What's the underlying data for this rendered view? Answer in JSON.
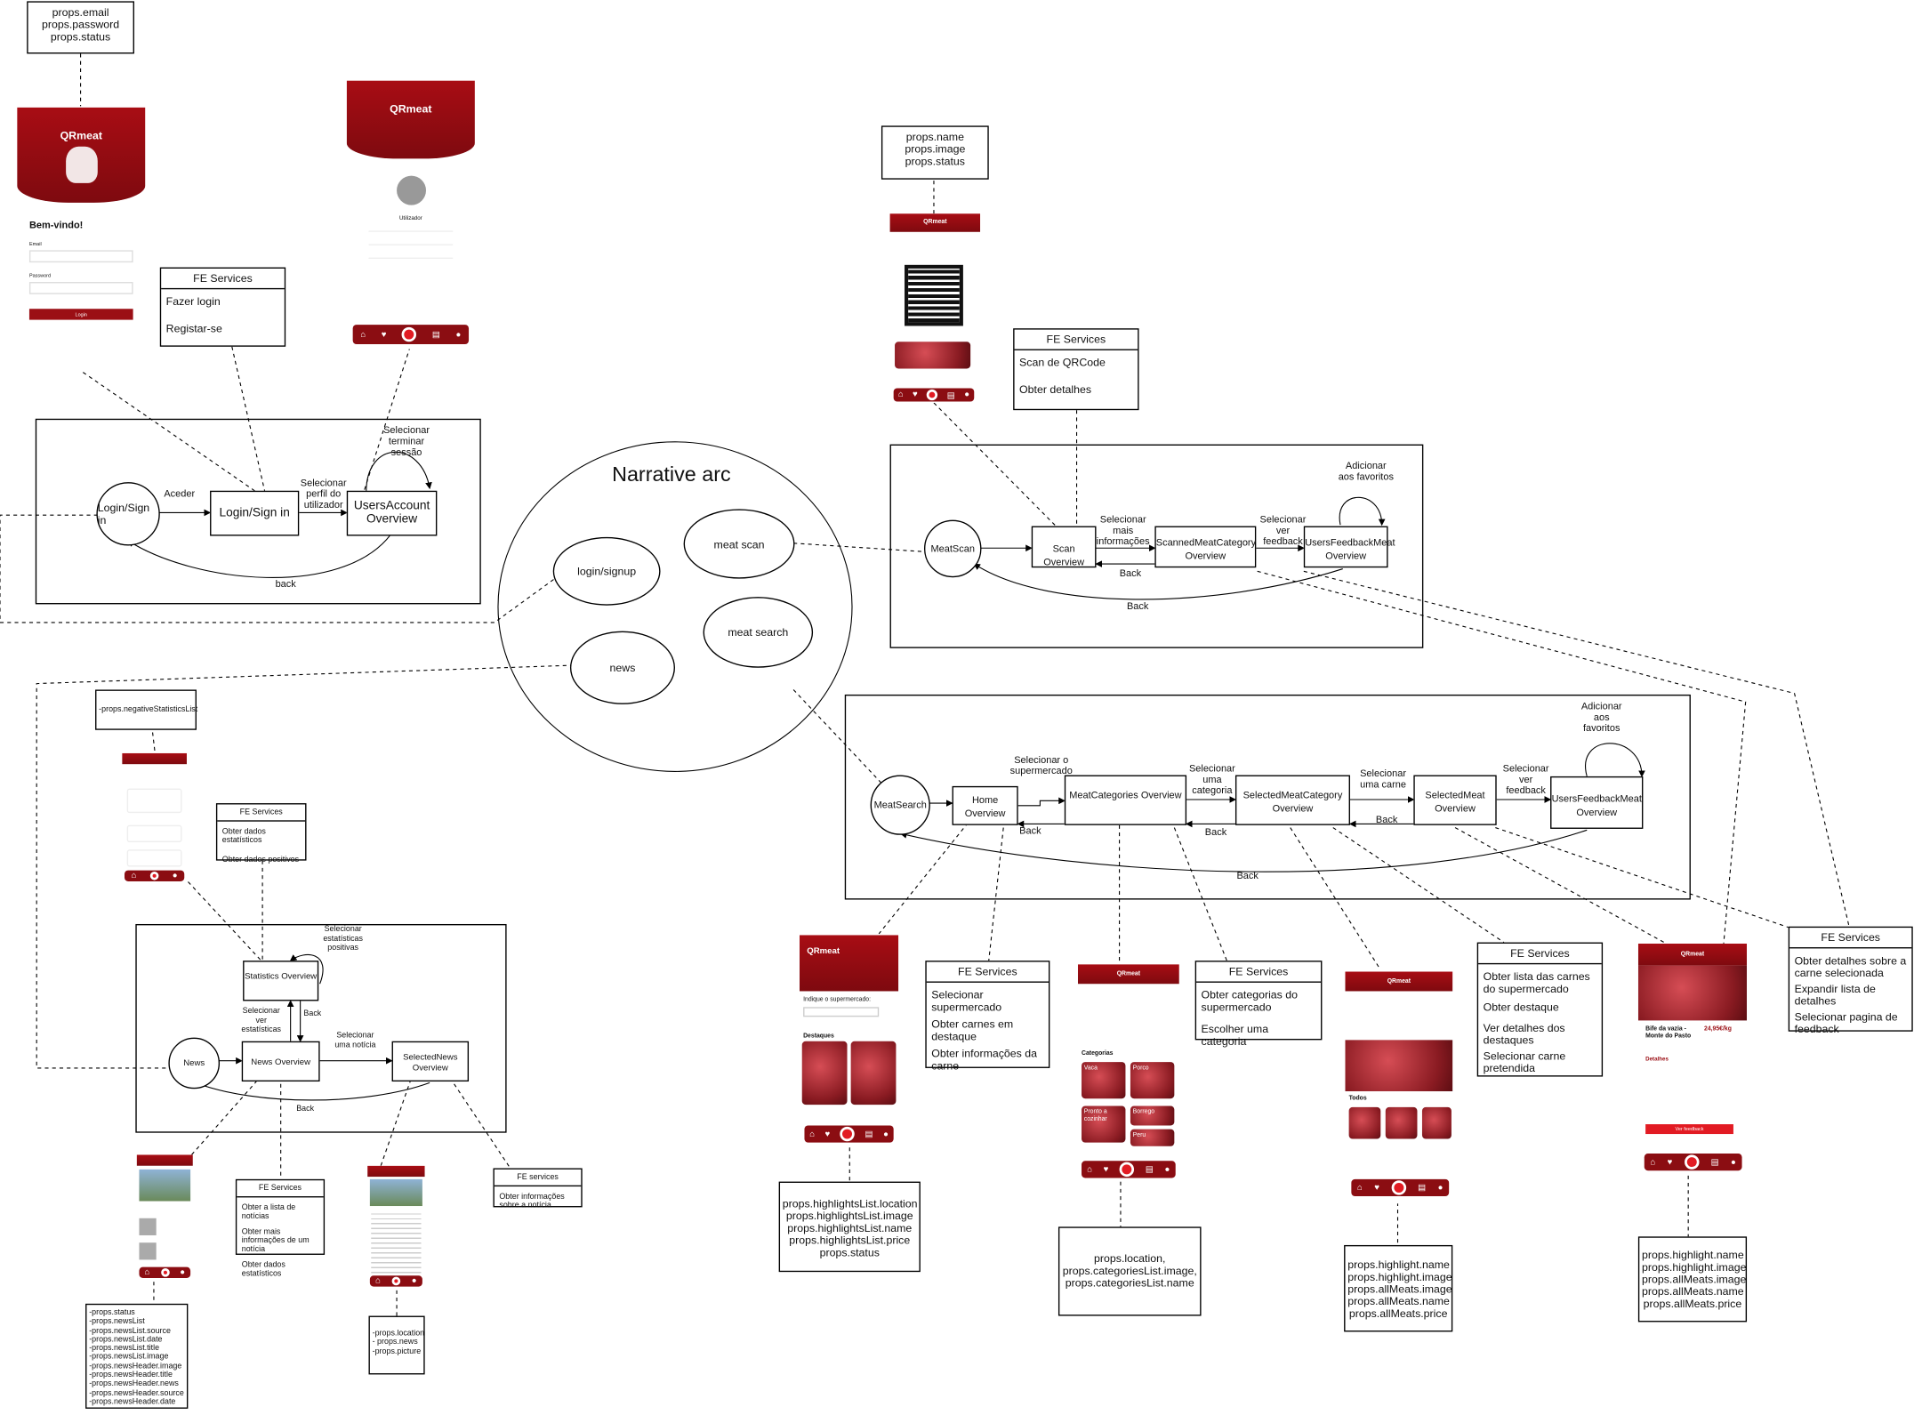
{
  "title": "Narrative arc",
  "narrative_nodes": {
    "login": "login/signup",
    "meat_scan": "meat scan",
    "meat_search": "meat search",
    "news": "news"
  },
  "props_boxes": {
    "login": [
      "props.email",
      "props.password",
      "props.status"
    ],
    "scan": [
      "props.name",
      "props.image",
      "props.status"
    ],
    "stats": [
      "-props.negativeStatisticsList"
    ],
    "home": [
      "props.highlightsList.location",
      "props.highlightsList.image",
      "props.highlightsList.name",
      "props.highlightsList.price",
      "props.status"
    ],
    "categories": [
      "props.location,",
      "props.categoriesList.image,",
      "props.categoriesList.name"
    ],
    "selectedCat": [
      "props.highlight.name",
      "props.highlight.image",
      "props.allMeats.image",
      "props.allMeats.name",
      "props.allMeats.price"
    ],
    "selectedMeat": [
      "props.highlight.name",
      "props.highlight.image",
      "props.allMeats.image",
      "props.allMeats.name",
      "props.allMeats.price"
    ],
    "news": [
      "-props.status",
      "-props.newsList",
      "-props.newsList.source",
      "-props.newsList.date",
      "-props.newsList.title",
      "-props.newsList.image",
      "-props.newsHeader.image",
      "-props.newsHeader.title",
      "-props.newsHeader.news",
      "-props.newsHeader.source",
      "-props.newsHeader.date"
    ],
    "selectedNews": [
      "-props.location",
      "- props.news",
      "-props.picture"
    ]
  },
  "fe_services": {
    "login": {
      "title": "FE Services",
      "items": [
        "Fazer login",
        "Registar-se"
      ]
    },
    "scan": {
      "title": "FE Services",
      "items": [
        "Scan de QRCode",
        "Obter detalhes"
      ]
    },
    "stats": {
      "title": "FE Services",
      "items": [
        "Obter dados estatísticos",
        "Obter dados positivos"
      ]
    },
    "news": {
      "title": "FE Services",
      "items": [
        "Obter a lista de notícias",
        "Obter mais informações de um notícia",
        "Obter dados estatísticos"
      ]
    },
    "selectedNews": {
      "title": "FE services",
      "items": [
        "Obter informações sobre a notícia"
      ]
    },
    "home": {
      "title": "FE Services",
      "items": [
        "Selecionar supermercado",
        "Obter carnes em destaque",
        "Obter informações da carne"
      ]
    },
    "categories": {
      "title": "FE Services",
      "items": [
        "Obter categorias do supermercado",
        "Escolher uma categoria"
      ]
    },
    "selectedCat": {
      "title": "FE Services",
      "items": [
        "Obter lista das carnes do supermercado",
        "Obter destaque",
        "Ver detalhes dos destaques",
        "Selecionar carne pretendida"
      ]
    },
    "selectedMeat": {
      "title": "FE Services",
      "items": [
        "Obter detalhes sobre a carne selecionada",
        "Expandir lista de detalhes",
        "Selecionar pagina de feedback"
      ]
    }
  },
  "login_flow": {
    "start": "Login/Sign in",
    "login": "Login/Sign in",
    "account": "UsersAccount Overview",
    "e1": "Aceder",
    "e2": "Selecionar perfil do utilizador",
    "e3": "Selecionar terminar sessão",
    "back": "back"
  },
  "scan_flow": {
    "start": "MeatScan",
    "overview": "Scan Overview",
    "scanned": "ScannedMeatCategory Overview",
    "feedback": "UsersFeedbackMeat Overview",
    "e1": "Selecionar mais informações",
    "e2": "Selecionar ver feedback",
    "e3": "Adicionar aos favoritos",
    "back1": "Back",
    "back2": "Back"
  },
  "search_flow": {
    "start": "MeatSearch",
    "home": "Home Overview",
    "categories": "MeatCategories Overview",
    "selectedCat": "SelectedMeatCategory Overview",
    "selectedMeat": "SelectedMeat Overview",
    "feedback": "UsersFeedbackMeat Overview",
    "e1": "Selecionar o supermercado",
    "e2": "Selecionar uma categoria",
    "e3": "Selecionar uma carne",
    "e4": "Selecionar ver feedback",
    "e5": "Adicionar aos favoritos",
    "b1": "Back",
    "b2": "Back",
    "b3": "Back",
    "b4": "Back"
  },
  "news_flow": {
    "start": "News",
    "overview": "News Overview",
    "stats": "Statistics Overview",
    "selected": "SelectedNews Overview",
    "e1": "Selecionar ver estatísticas",
    "e2": "Selecionar estatísticas positivas",
    "e3": "Selecionar uma notícia",
    "b1": "Back",
    "b2": "Back"
  },
  "mockups": {
    "app_name": "QRmeat",
    "welcome": "Bem-vindo!",
    "email_label": "Email",
    "password_label": "Password",
    "login_btn": "Login",
    "user_label": "Utilizador",
    "supermarket_prompt": "Indique o supermercado:",
    "highlights": "Destaques",
    "categories": "Categorias",
    "cat_items": [
      "Vaca",
      "Porco",
      "Pronto a cozinhar",
      "Borrego",
      "Peru"
    ],
    "everything": "Todos",
    "product_name": "Bife da vazia - Monte do Pasto",
    "product_price": "24,95€/kg",
    "details": "Detalhes",
    "feedback_btn": "Ver feedback"
  },
  "colors": {
    "brand": "#9b0f15",
    "accent": "#e21b23"
  }
}
